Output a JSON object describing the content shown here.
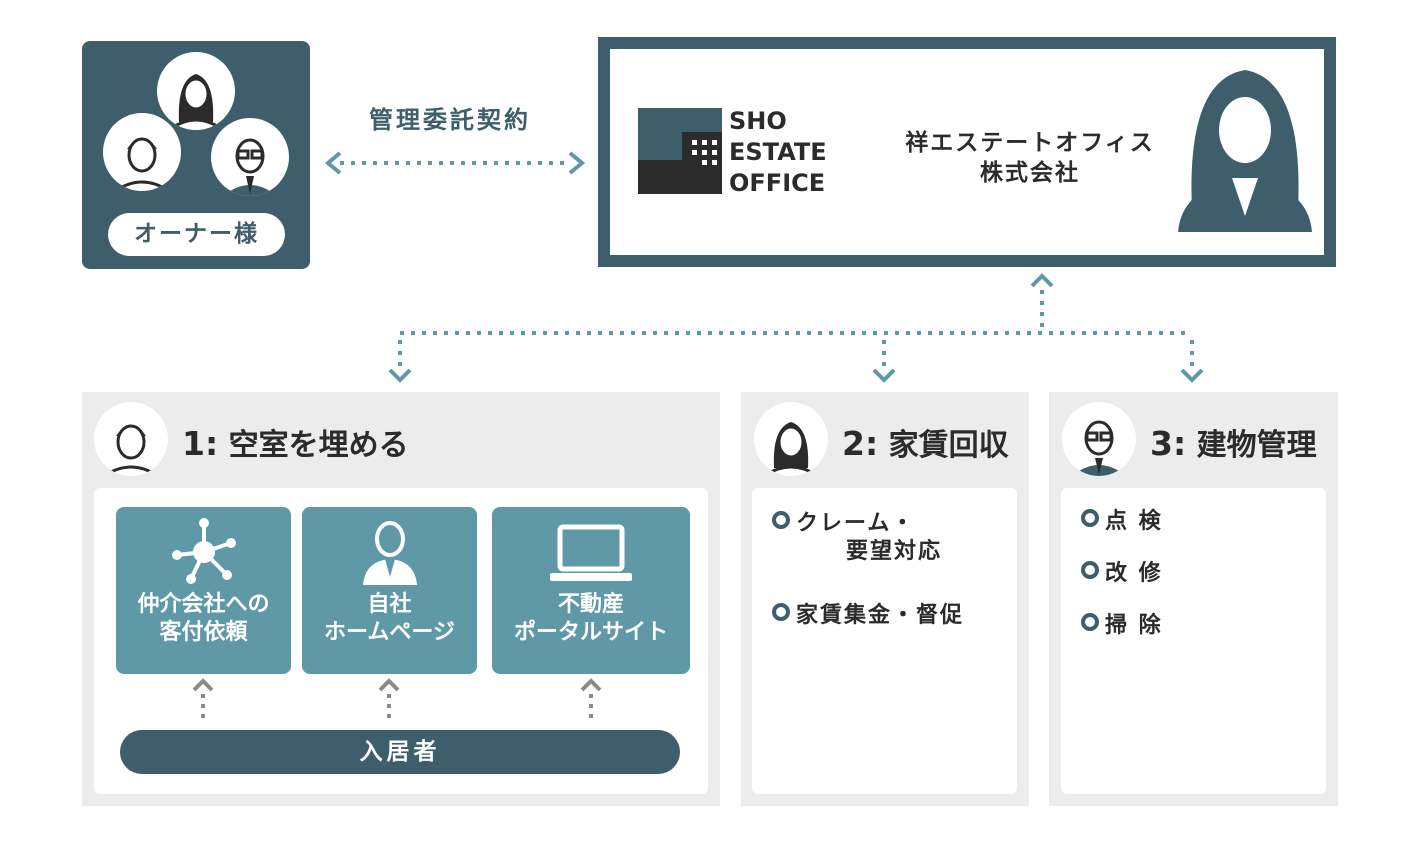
{
  "owner": {
    "label": "オーナー様"
  },
  "contract": {
    "label": "管理委託契約"
  },
  "company": {
    "logo_lines": [
      "SHO",
      "ESTATE",
      "OFFICE"
    ],
    "name_line1": "祥エステートオフィス",
    "name_line2": "株式会社"
  },
  "sections": [
    {
      "number": "1:",
      "title": "空室を埋める",
      "tiles": [
        {
          "line1": "仲介会社への",
          "line2": "客付依頼",
          "icon": "network-icon"
        },
        {
          "line1": "自社",
          "line2": "ホームページ",
          "icon": "person-icon"
        },
        {
          "line1": "不動産",
          "line2": "ポータルサイト",
          "icon": "laptop-icon"
        }
      ],
      "resident_label": "入居者"
    },
    {
      "number": "2:",
      "title": "家賃回収",
      "items": [
        {
          "line1": "クレーム・",
          "line2": "要望対応"
        },
        {
          "line1": "家賃集金・督促"
        }
      ]
    },
    {
      "number": "3:",
      "title": "建物管理",
      "items": [
        "点 検",
        "改 修",
        "掃 除"
      ]
    }
  ],
  "colors": {
    "dark": "#3d5e6a",
    "teal": "#5f98a6",
    "panel": "#ececec"
  }
}
